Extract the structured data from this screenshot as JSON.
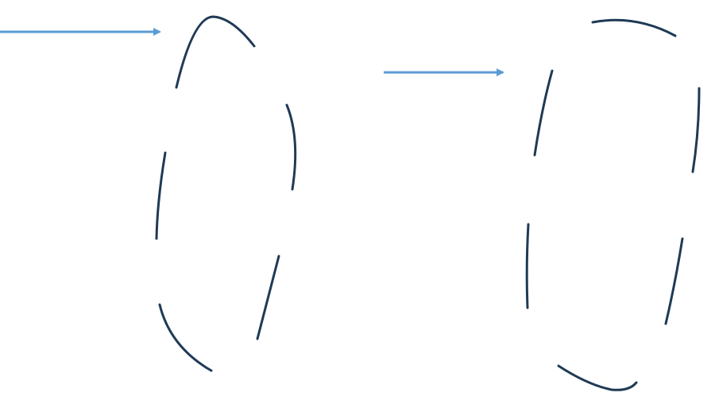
{
  "colors": {
    "background": "#ffffff",
    "arrow": "#5b9bd5",
    "stroke": "#1f3a55"
  },
  "shapes": [
    {
      "kind": "arrow",
      "name": "left-arrow"
    },
    {
      "kind": "dashed-ellipse",
      "name": "left-dashed-loop"
    },
    {
      "kind": "arrow",
      "name": "right-arrow"
    },
    {
      "kind": "dashed-ellipse",
      "name": "right-dashed-loop"
    }
  ]
}
